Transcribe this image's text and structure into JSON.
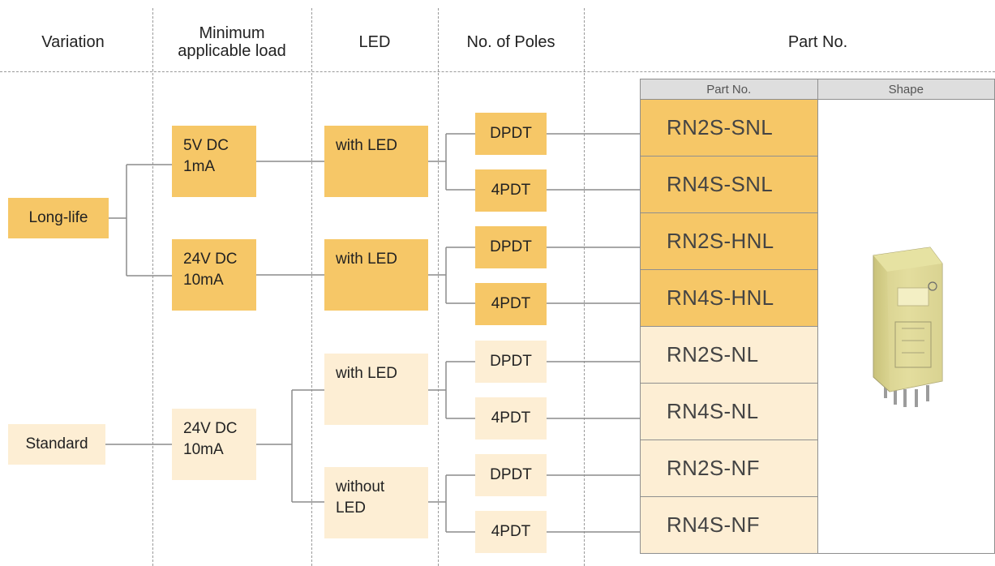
{
  "headers": {
    "variation": "Variation",
    "min_load_line1": "Minimum",
    "min_load_line2": "applicable load",
    "led": "LED",
    "poles": "No. of Poles",
    "part_no": "Part No."
  },
  "variations": {
    "long_life": "Long-life",
    "standard": "Standard"
  },
  "loads": {
    "a": {
      "line1": "5V DC",
      "line2": "1mA"
    },
    "b": {
      "line1": "24V DC",
      "line2": "10mA"
    },
    "c": {
      "line1": "24V DC",
      "line2": "10mA"
    }
  },
  "led": {
    "a": {
      "line1": "with LED",
      "line2": ""
    },
    "b": {
      "line1": "with LED",
      "line2": ""
    },
    "c": {
      "line1": "with LED",
      "line2": ""
    },
    "d": {
      "line1": "without",
      "line2": "LED"
    }
  },
  "poles": [
    "DPDT",
    "4PDT",
    "DPDT",
    "4PDT",
    "DPDT",
    "4PDT",
    "DPDT",
    "4PDT"
  ],
  "parts_table": {
    "col_part": "Part No.",
    "col_shape": "Shape",
    "rows": [
      "RN2S-SNL",
      "RN4S-SNL",
      "RN2S-HNL",
      "RN4S-HNL",
      "RN2S-NL",
      "RN4S-NL",
      "RN2S-NF",
      "RN4S-NF"
    ]
  },
  "colors": {
    "long_life": "#f6c767",
    "standard": "#fdeed4",
    "connector": "#8c8c8c",
    "header_cell": "#dedede"
  }
}
